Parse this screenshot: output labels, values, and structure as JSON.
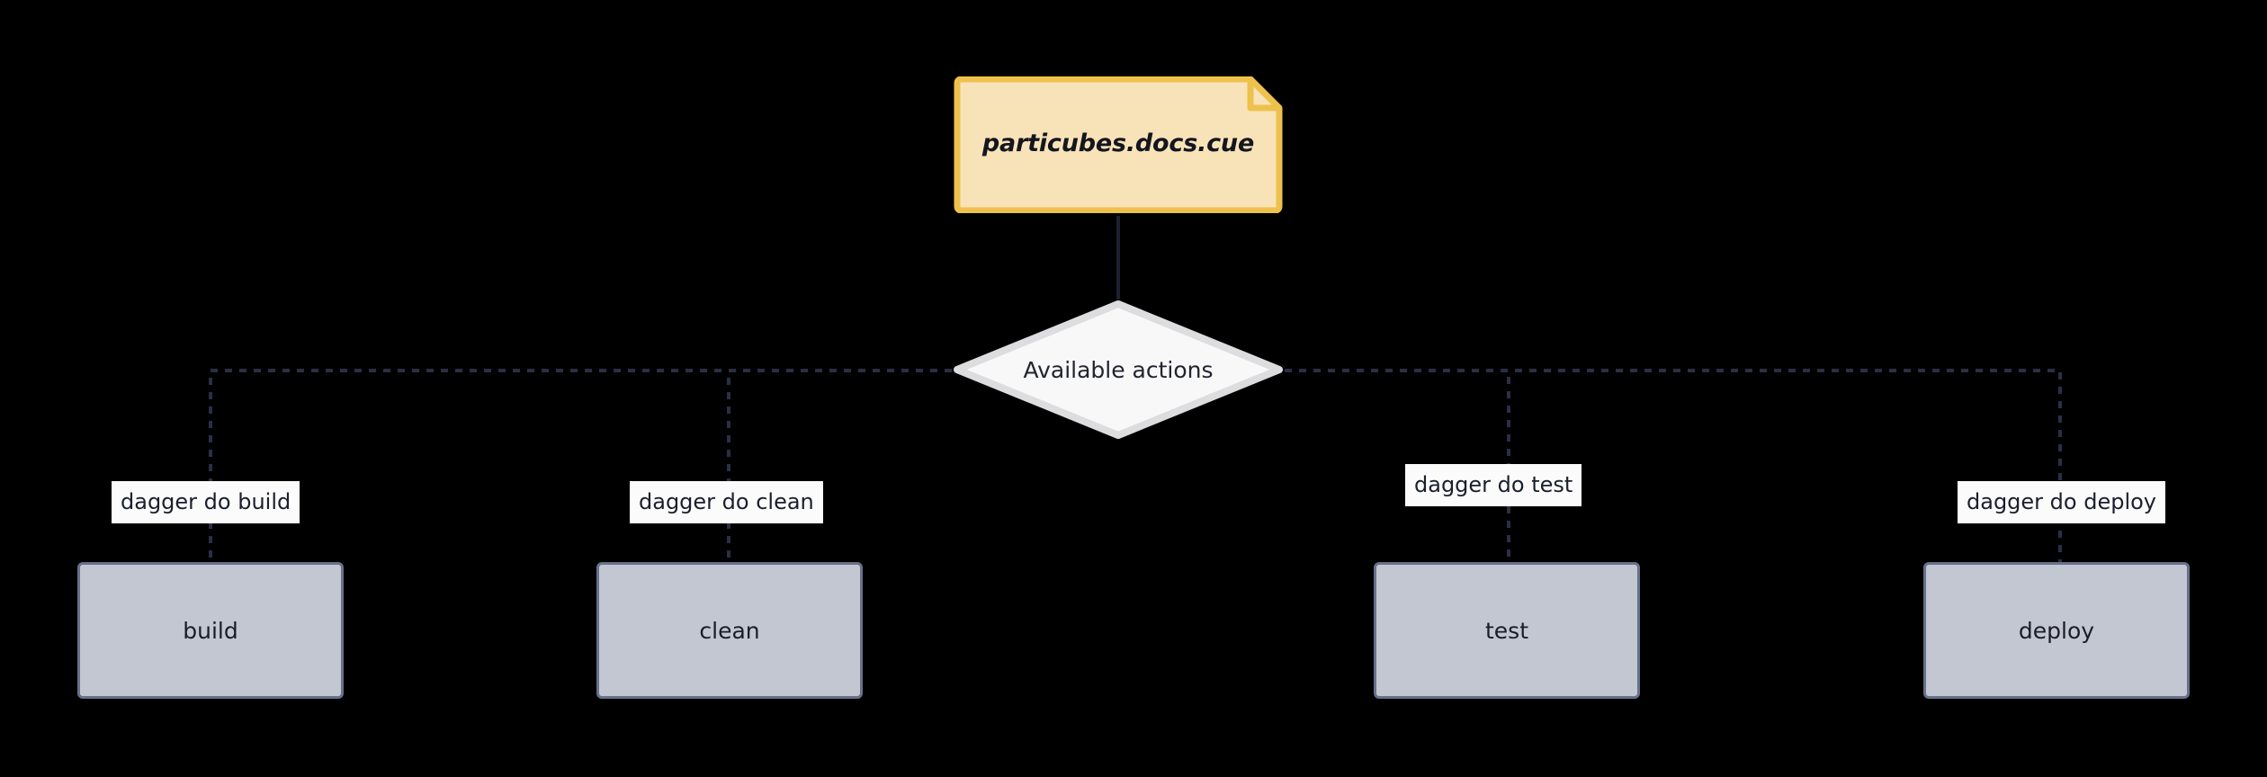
{
  "diagram": {
    "type": "flowchart",
    "background_color": "#000000",
    "source_node": {
      "id": "file",
      "shape": "note-document",
      "label": "particubes.docs.cue",
      "fill_color": "#f8e3b8",
      "border_color": "#eec14e",
      "text_color": "#14161f"
    },
    "decision_node": {
      "id": "actions",
      "shape": "diamond",
      "label": "Available actions",
      "fill_color": "#f8f8f8",
      "border_color": "#dcdcde",
      "text_color": "#222430"
    },
    "action_nodes": [
      {
        "id": "build",
        "label": "build",
        "edge_label": "dagger do build",
        "fill_color": "#c2c7d2",
        "border_color": "#68718a"
      },
      {
        "id": "clean",
        "label": "clean",
        "edge_label": "dagger do clean",
        "fill_color": "#c2c7d2",
        "border_color": "#68718a"
      },
      {
        "id": "test",
        "label": "test",
        "edge_label": "dagger do test",
        "fill_color": "#c2c7d2",
        "border_color": "#68718a"
      },
      {
        "id": "deploy",
        "label": "deploy",
        "edge_label": "dagger do deploy",
        "fill_color": "#c2c7d2",
        "border_color": "#68718a"
      }
    ],
    "edges": {
      "solid_color": "#1d2030",
      "dashed_color": "#2a2f45",
      "dash_pattern": "8 8"
    }
  }
}
